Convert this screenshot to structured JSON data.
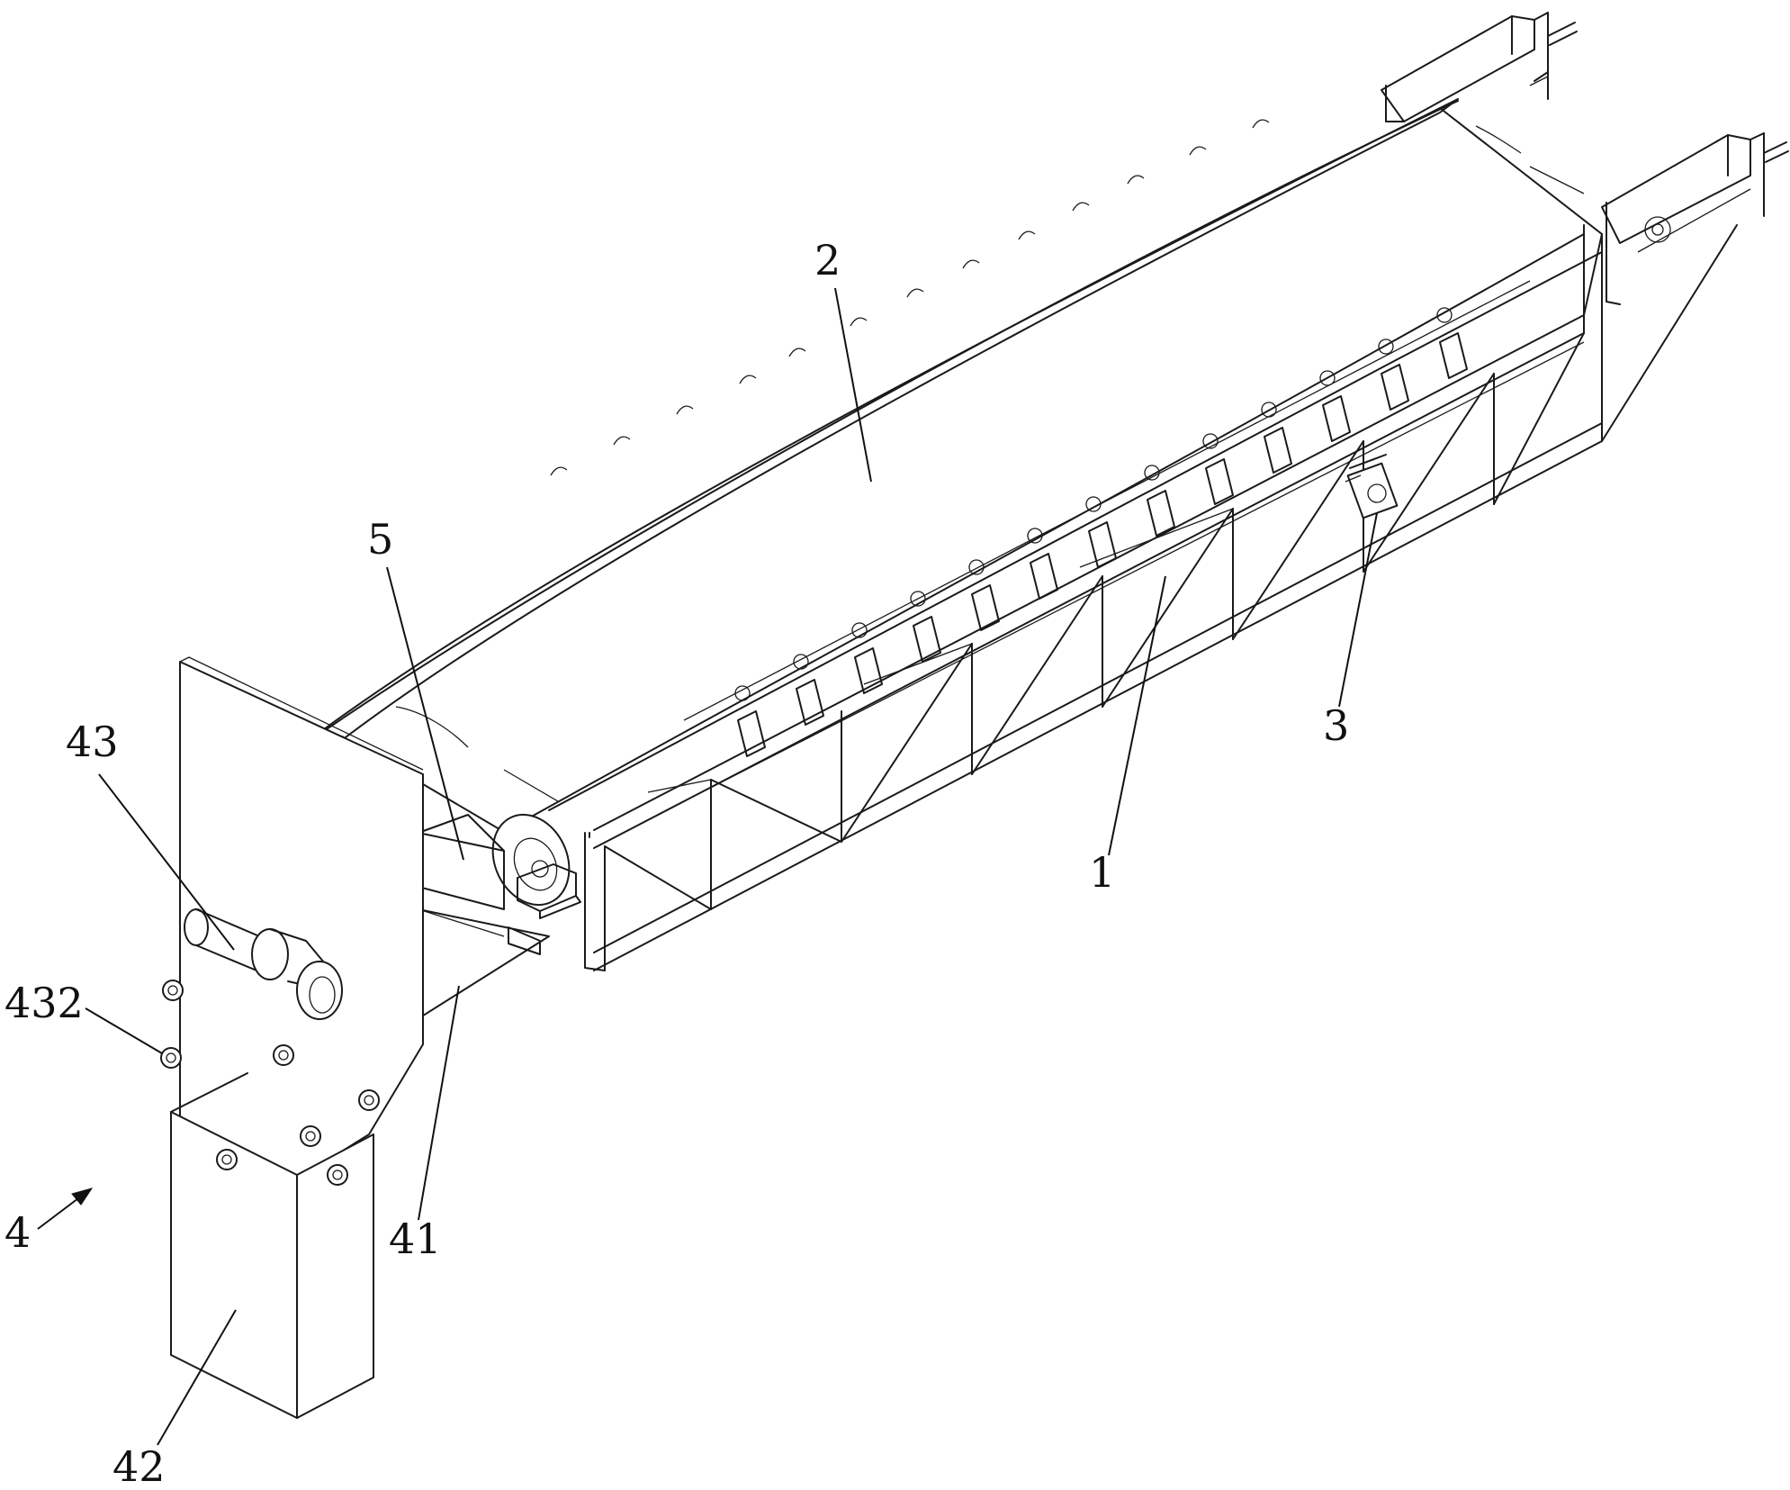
{
  "colors": {
    "line": "#1a1a1a",
    "background": "#ffffff"
  },
  "labels": {
    "l1": "1",
    "l2": "2",
    "l3": "3",
    "l4": "4",
    "l5": "5",
    "l41": "41",
    "l42": "42",
    "l43": "43",
    "l432": "432"
  }
}
